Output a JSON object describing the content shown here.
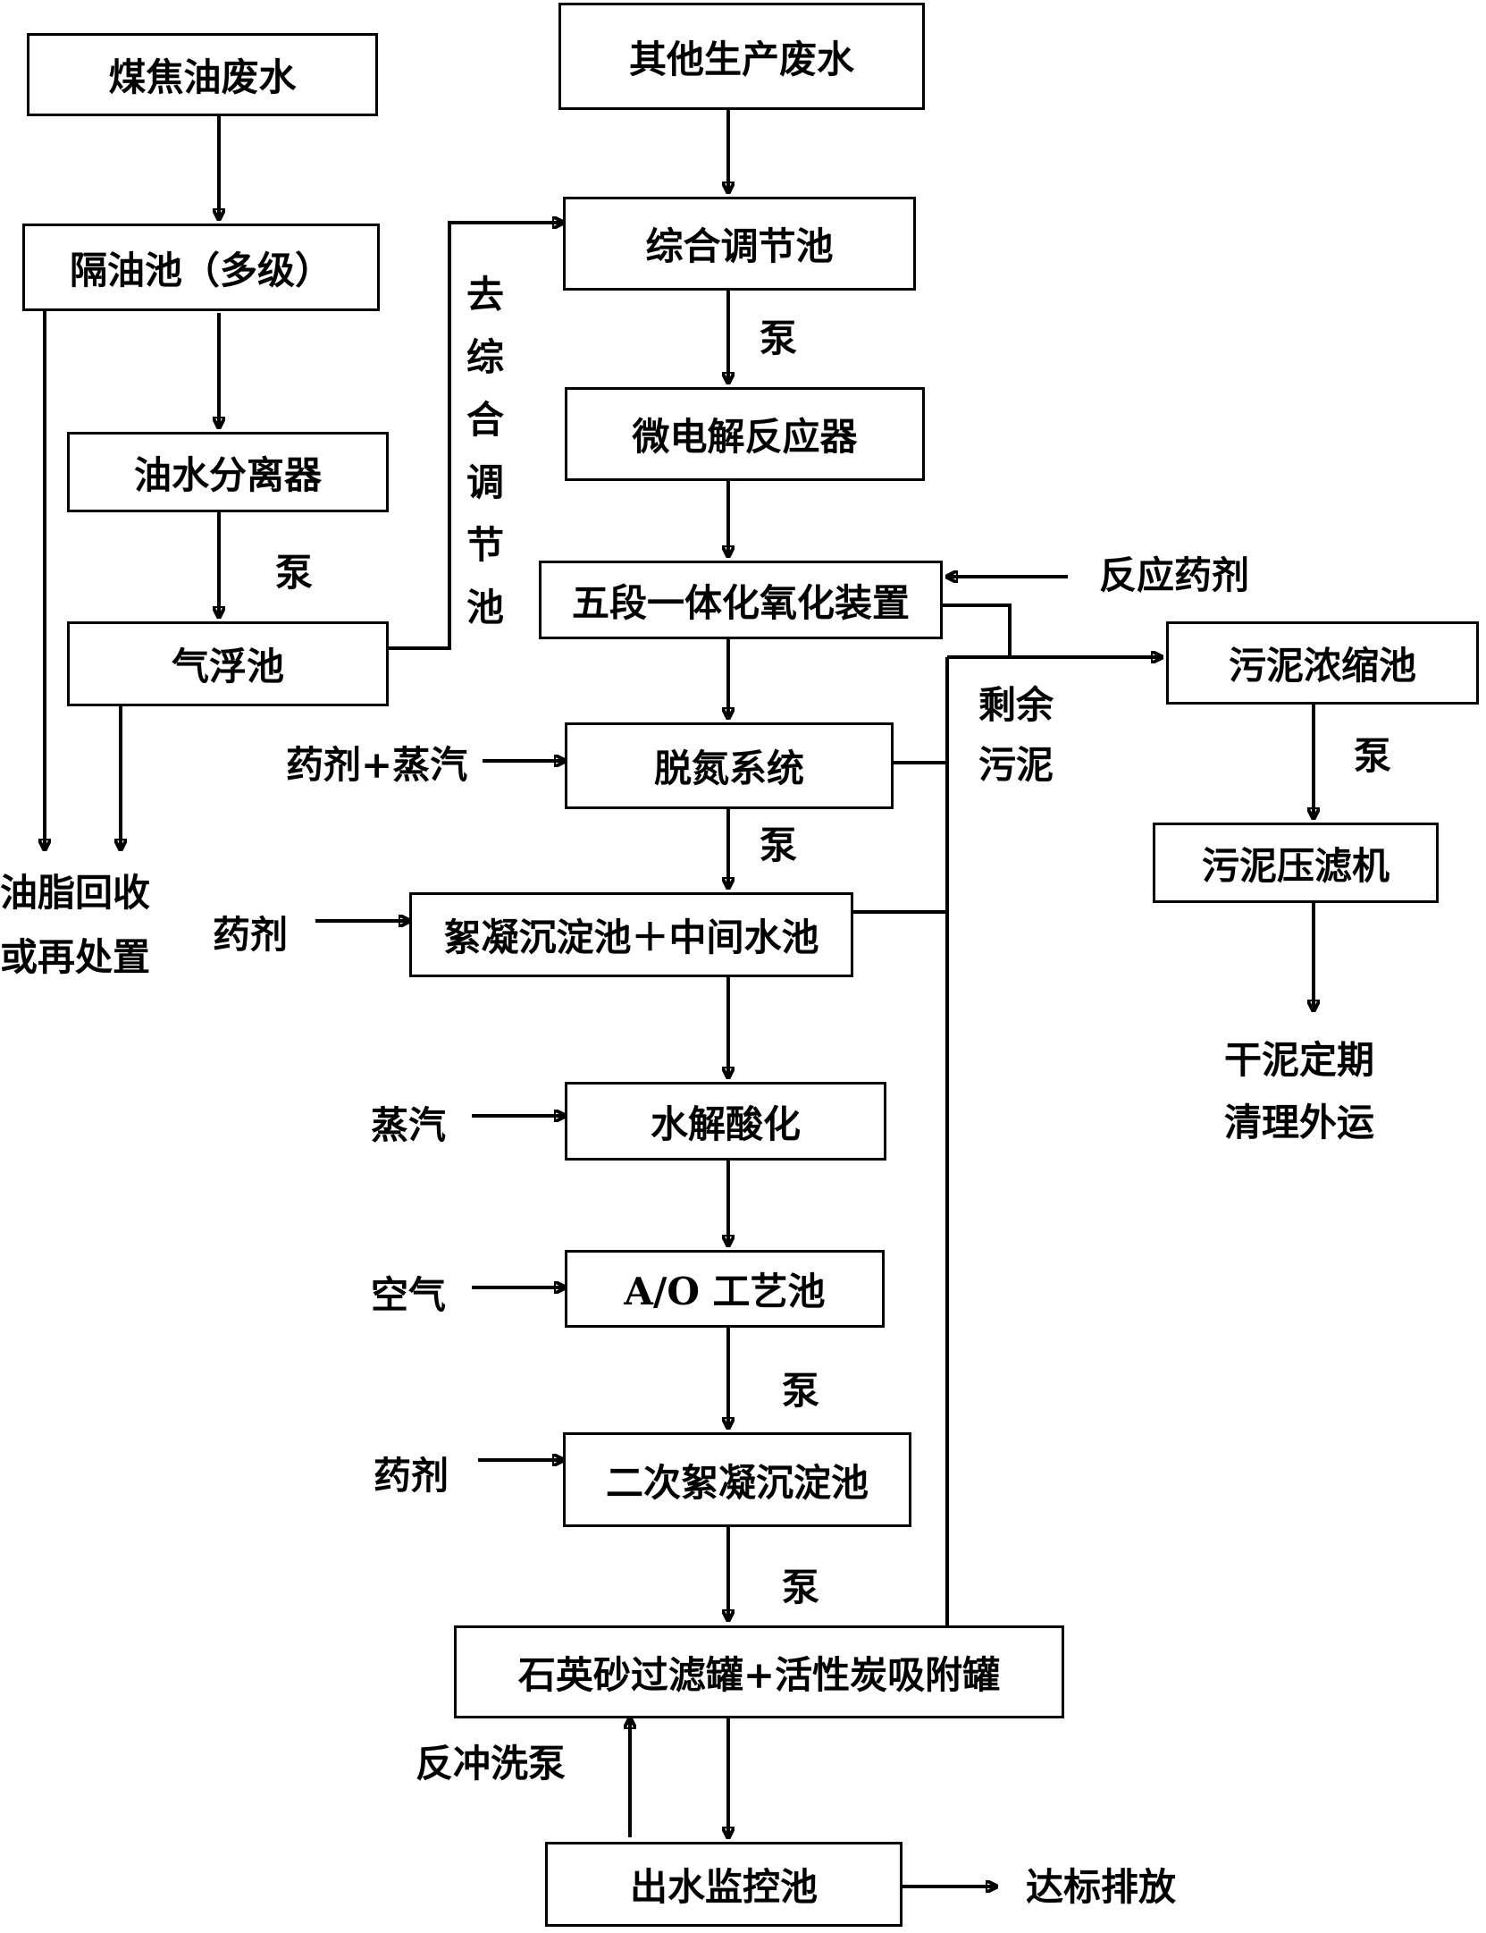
{
  "nodes": {
    "coking_wastewater": "煤焦油废水",
    "other_wastewater": "其他生产废水",
    "oil_separation_tank": "隔油池（多级）",
    "equalization_tank": "综合调节池",
    "oil_water_separator": "油水分离器",
    "micro_electrolysis": "微电解反应器",
    "air_flotation": "气浮池",
    "oxidation_device": "五段一体化氧化装置",
    "sludge_thickener": "污泥浓缩池",
    "denitrogen_system": "脱氮系统",
    "sludge_filter_press": "污泥压滤机",
    "coagulation_tank": "絮凝沉淀池＋中间水池",
    "hydrolysis": "水解酸化",
    "ao_tank": "A/O 工艺池",
    "secondary_coagulation": "二次絮凝沉淀池",
    "filter_tanks": "石英砂过滤罐+活性炭吸附罐",
    "monitoring_tank": "出水监控池"
  },
  "labels": {
    "to_equalization": "去综合调节池",
    "pump": "泵",
    "reaction_agent": "反应药剂",
    "excess_sludge_1": "剩余",
    "excess_sludge_2": "污泥",
    "agent_steam": "药剂+蒸汽",
    "agent": "药剂",
    "oil_recovery_1": "油脂回收",
    "oil_recovery_2": "或再处置",
    "dry_sludge_1": "干泥定期",
    "dry_sludge_2": "清理外运",
    "steam": "蒸汽",
    "air": "空气",
    "backwash_pump": "反冲洗泵",
    "discharge": "达标排放"
  }
}
